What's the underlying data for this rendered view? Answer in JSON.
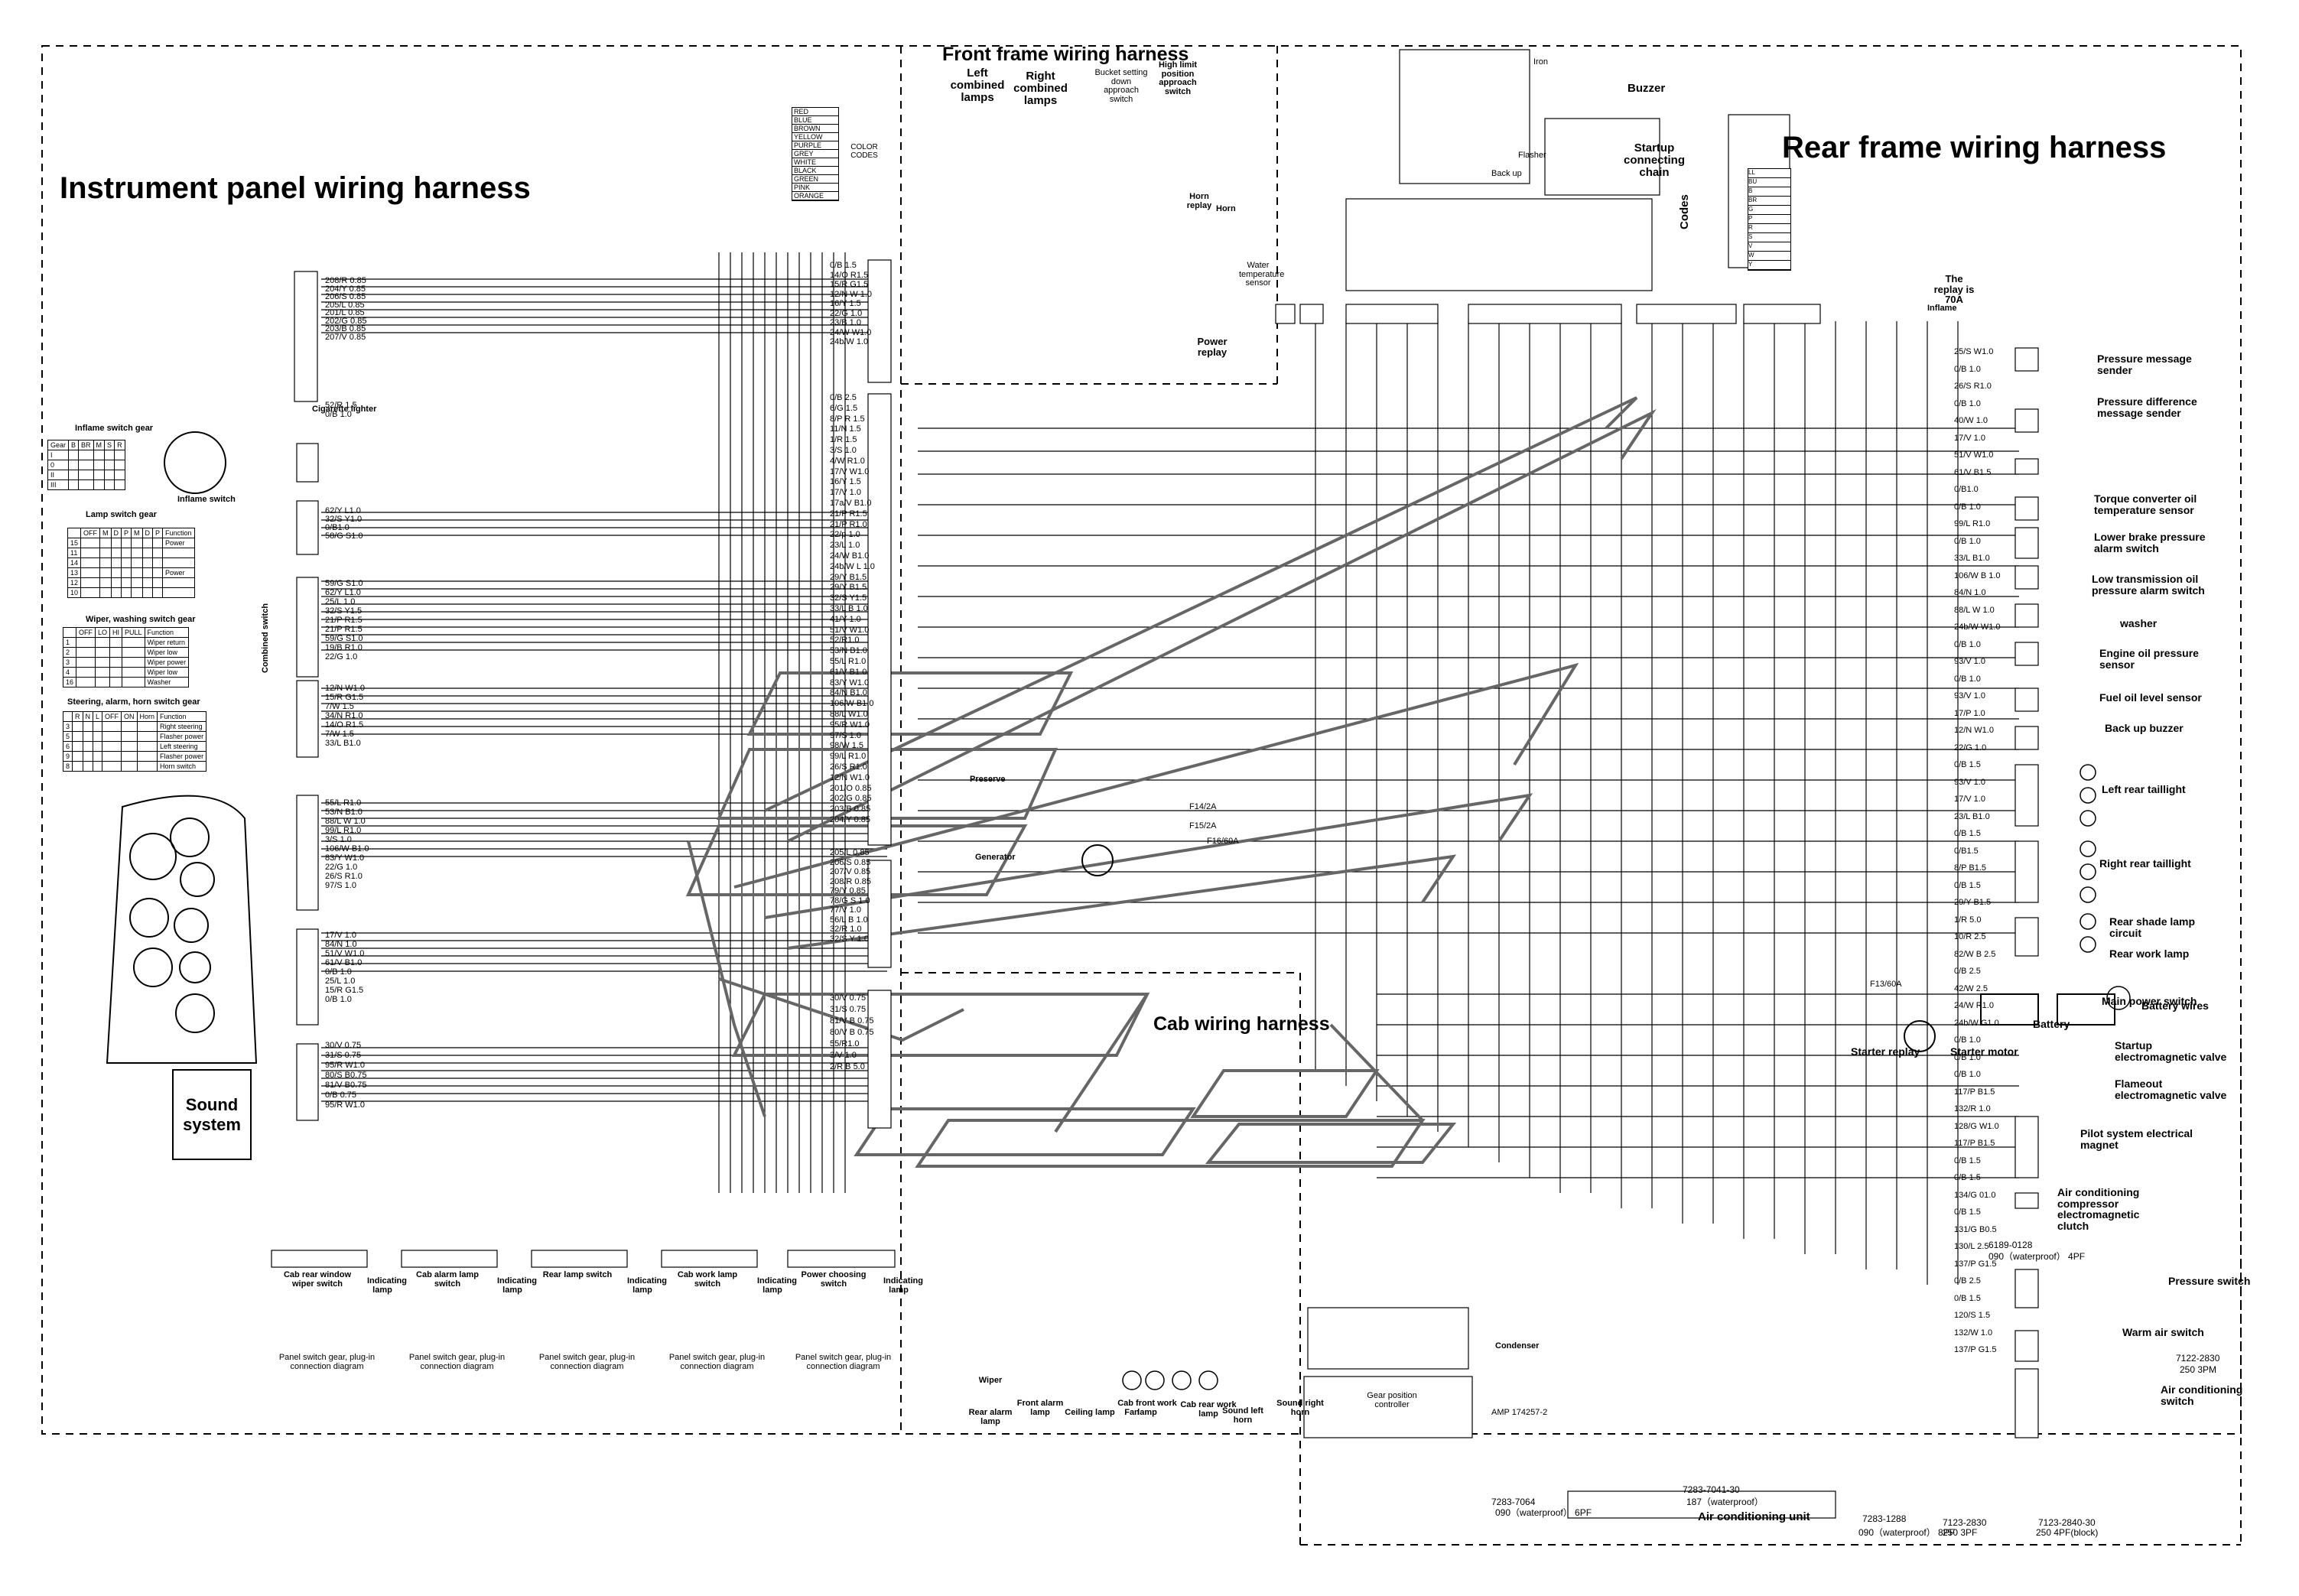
{
  "titles": {
    "instrument": "Instrument panel wiring harness",
    "front": "Front frame wiring harness",
    "rear": "Rear frame wiring harness",
    "cab": "Cab wiring harness"
  },
  "top_components": {
    "left_lamps": "Left combined lamps",
    "right_lamps": "Right combined lamps",
    "bucket_switch": "Bucket setting down approach switch",
    "high_limit_switch": "High limit position approach switch",
    "horn_replay": "Horn replay",
    "horn": "Horn",
    "water_temp": "Water temperature sensor",
    "power_replay": "Power replay",
    "iron": "Iron",
    "buzzer": "Buzzer",
    "back_up": "Back up",
    "flasher": "Flasher",
    "startup_chain": "Startup connecting chain",
    "codes": "Codes",
    "replay_70a": "The replay is 70A",
    "inflame": "Inflame"
  },
  "left_components": {
    "inflame_gear": "Inflame switch gear",
    "inflame_switch": "Inflame switch",
    "cigarette": "Cigarette lighter",
    "lamp_gear": "Lamp switch gear",
    "wiper_gear": "Wiper, washing switch gear",
    "steering_gear": "Steering, alarm, horn switch gear",
    "combined_switch": "Combined switch",
    "sound": "Sound system",
    "preserve": "Preserve",
    "generator": "Generator"
  },
  "color_codes": {
    "title": "COLOR CODES",
    "items": [
      "RED",
      "BLUE",
      "BROWN",
      "YELLOW",
      "PURPLE",
      "GREY",
      "WHITE",
      "BLACK",
      "GREEN",
      "PINK",
      "ORANGE"
    ]
  },
  "right_components": [
    "Pressure message sender",
    "Pressure difference message sender",
    "Torque converter oil temperature sensor",
    "Lower brake pressure alarm switch",
    "Low transmission oil pressure alarm switch",
    "washer",
    "Engine oil pressure sensor",
    "Fuel oil level sensor",
    "Back up buzzer",
    "Left rear taillight",
    "Right rear taillight",
    "Rear shade lamp circuit",
    "Rear work lamp",
    "Main power switch",
    "Battery wires",
    "Battery",
    "Starter replay",
    "Starter motor",
    "Startup electromagnetic valve",
    "Flameout electromagnetic valve",
    "Pilot system electrical magnet",
    "Air conditioning compressor electromagnetic clutch",
    "Pressure switch",
    "Warm air switch",
    "Air conditioning switch"
  ],
  "bottom_components": {
    "switch_labels": [
      "Cab rear window wiper switch",
      "Cab alarm lamp switch",
      "Rear lamp switch",
      "Cab work lamp switch",
      "Power choosing switch"
    ],
    "indicating": "Indicating lamp",
    "plug_diagram": "Panel switch gear, plug-in connection diagram",
    "loads": [
      "Wiper",
      "Rear alarm lamp",
      "Front alarm lamp",
      "Ceiling lamp",
      "Fan",
      "Cab front work lamp",
      "Cab rear work lamp",
      "Sound left horn",
      "Sound right horn"
    ],
    "gear_controller": "Gear position controller",
    "condenser": "Condenser",
    "amp": "AMP 174257-2",
    "ac_unit": "Air conditioning unit"
  },
  "part_numbers": [
    "6189-0128",
    "090（waterproof） 4PF",
    "7122-2830",
    "250  3PM",
    "7283-7064",
    "090（waterproof） 6PF",
    "7283-7041-30",
    "187（waterproof）",
    "7283-1288",
    "090（waterproof） 8PF",
    "7123-2830",
    "250     3PF",
    "7123-2840-30",
    "250     4PF(block)"
  ],
  "fuses": [
    "F13/60A",
    "F14/2A",
    "F15/2A",
    "F16/60A"
  ],
  "left_wires": [
    "208/R 0.85",
    "204/Y 0.85",
    "206/S 0.85",
    "205/L 0.85",
    "201/L 0.85",
    "202/G 0.85",
    "203/B 0.85",
    "207/V 0.85",
    "52/R 1.5",
    "0/B 1.0",
    "62/Y L1.0",
    "32/S Y1.0",
    "0/B1.0",
    "58/G S1.0",
    "59/G S1.0",
    "62/Y L1.0",
    "25/L 1.0",
    "32/S Y1.5",
    "21/P R1.5",
    "21/P R1.5",
    "59/G S1.0",
    "19/B R1.0",
    "22/G 1.0",
    "12/N W1.0",
    "15/R G1.5",
    "7/W 1.5",
    "34/N R1.0",
    "14/O R1.5",
    "7/W 1.5",
    "33/L B1.0",
    "55/L R1.0",
    "53/N B1.0",
    "88/L W 1.0",
    "99/L R1.0",
    "3/S 1.0",
    "106/W B1.0",
    "83/Y W1.0",
    "22/G 1.0",
    "26/S R1.0",
    "97/S 1.0",
    "17/V 1.0",
    "84/N 1.0",
    "51/V W1.0",
    "61/V B1.0",
    "0/B 1.0",
    "25/L 1.0",
    "15/R G1.5",
    "0/B 1.0",
    "30/V 0.75",
    "31/S 0.75",
    "95/R W1.0",
    "80/S B0.75",
    "81/V B0.75",
    "0/B 0.75",
    "95/R W1.0"
  ],
  "center_wires": [
    "0/B 1.5",
    "14/O R1.5",
    "15/R G1.5",
    "12/N W 1.0",
    "16/Y 1.5",
    "22/G 1.0",
    "23/B 1.0",
    "24/W W1.0",
    "24b/W 1.0",
    "0/B 2.5",
    "6/G 1.5",
    "8/P R 1.5",
    "11/N 1.5",
    "1/R 1.5",
    "3/S 1.0",
    "4/W R1.0",
    "17/V W1.0",
    "16/Y 1.5",
    "17/V 1.0",
    "17a/V B1.0",
    "21/P R1.5",
    "21/P R1.0",
    "22/p 1.0",
    "23/L 1.0",
    "24/W B1.0",
    "24b/W L 1.0",
    "29/Y B1.5",
    "29/Y B1.5",
    "32/S Y1.5",
    "33/L B 1.0",
    "41/Y 1.0",
    "51/V W1.0",
    "52/R1.0",
    "53/N B1.0",
    "55/L R1.0",
    "61/V B1.0",
    "83/Y W1.0",
    "84/N B1.0",
    "106/W B1.0",
    "88/L W1.0",
    "95/R W1.0",
    "97/S 1.0",
    "98/W 1.5",
    "99/L R1.0",
    "26/S R1.0",
    "12/N W1.0",
    "201/O 0.85",
    "202/G 0.85",
    "203/B 0.85",
    "204/Y 0.85",
    "205/L 0.85",
    "206/S 0.85",
    "207/V 0.85",
    "208/R 0.85",
    "79/Y 0.85",
    "78/G S 1.0",
    "77/V 1.0",
    "56/L B 1.0",
    "32/R 1.0",
    "32/S Y 1.0",
    "30/V 0.75",
    "31/S 0.75",
    "81/V B 0.75",
    "80/V B 0.75",
    "55/R1.0",
    "3/V 1.0",
    "2/R B 5.0"
  ],
  "right_wires": [
    "25/S W1.0",
    "0/B 1.0",
    "26/S R1.0",
    "0/B 1.0",
    "40/W 1.0",
    "17/V 1.0",
    "51/V W1.0",
    "61/V B1.5",
    "0/B1.0",
    "0/B 1.0",
    "99/L R1.0",
    "0/B 1.0",
    "33/L B1.0",
    "106/W B 1.0",
    "84/N 1.0",
    "88/L W 1.0",
    "24b/W W1.0",
    "0/B 1.0",
    "93/V 1.0",
    "0/B 1.0",
    "93/V 1.0",
    "17/P 1.0",
    "12/N W1.0",
    "22/G 1.0",
    "0/B 1.5",
    "93/V 1.0",
    "17/V 1.0",
    "23/L B1.0",
    "0/B 1.5",
    "0/B1.5",
    "8/P B1.5",
    "0/B 1.5",
    "29/Y B1.5",
    "1/R 5.0",
    "10/R 2.5",
    "82/W B 2.5",
    "0/B 2.5",
    "42/W 2.5",
    "24/W R1.0",
    "24b/W G1.0",
    "0/B 1.0",
    "0/B 1.0",
    "0/B 1.0",
    "117/P B1.5",
    "132/R 1.0",
    "128/G W1.0",
    "117/P B1.5",
    "0/B 1.5",
    "0/B 1.5",
    "134/G 01.0",
    "0/B 1.5",
    "131/G B0.5",
    "130/L 2.5",
    "137/P G1.5",
    "0/B 2.5",
    "0/B 1.5",
    "120/S 1.5",
    "132/W 1.0",
    "137/P G1.5"
  ],
  "codes_block": [
    "LL",
    "BU",
    "B",
    "BR",
    "G",
    "P",
    "R",
    "S",
    "V",
    "W",
    "Y"
  ]
}
